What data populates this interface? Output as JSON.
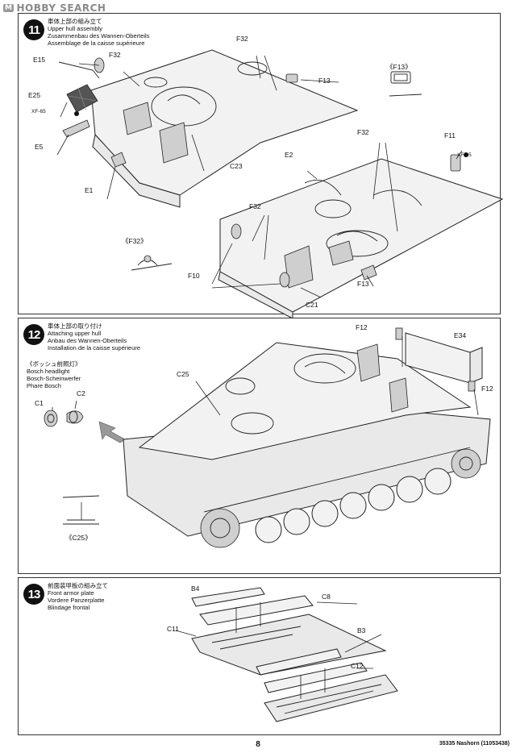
{
  "watermark": {
    "badge": "M",
    "text": "HOBBY SEARCH"
  },
  "steps": [
    {
      "number": "11",
      "titles": [
        "車体上部の組み立て",
        "Upper hull assembly",
        "Zusammenbau des Wannen-Oberteils",
        "Assemblage de la caisse supérieure"
      ],
      "labels": {
        "e15": "E15",
        "f32a": "F32",
        "f32b": "F32",
        "f13a": "F13",
        "f13_detail": "《F13》",
        "e25": "E25",
        "xf65a": "XF-65",
        "e5": "E5",
        "e1": "E1",
        "c23": "C23",
        "f32c": "F32",
        "f11": "F11",
        "xf65b": "XF-65",
        "e2": "E2",
        "f32d": "F32",
        "f32_detail": "《F32》",
        "f10": "F10",
        "f13b": "F13",
        "c21": "C21"
      }
    },
    {
      "number": "12",
      "titles": [
        "車体上部の取り付け",
        "Attaching upper hull",
        "Anbau des Wannen-Oberteils",
        "Installation de la caisse supérieure"
      ],
      "headlight_titles": [
        "《ボッシュ前照灯》",
        "Bosch headlight",
        "Bosch-Scheinwerfer",
        "Phare Bosch"
      ],
      "labels": {
        "c1": "C1",
        "c2": "C2",
        "c25": "C25",
        "c25_detail": "《C25》",
        "f12a": "F12",
        "e34": "E34",
        "f12b": "F12"
      }
    },
    {
      "number": "13",
      "titles": [
        "前面装甲板の組み立て",
        "Front armor plate",
        "Vordere Panzerplatte",
        "Blindage frontal"
      ],
      "labels": {
        "b4": "B4",
        "c8": "C8",
        "c11": "C11",
        "b3": "B3",
        "c12": "C12"
      }
    }
  ],
  "footer": {
    "page_number": "8",
    "code": "35335  Nashorn (11053438)"
  }
}
